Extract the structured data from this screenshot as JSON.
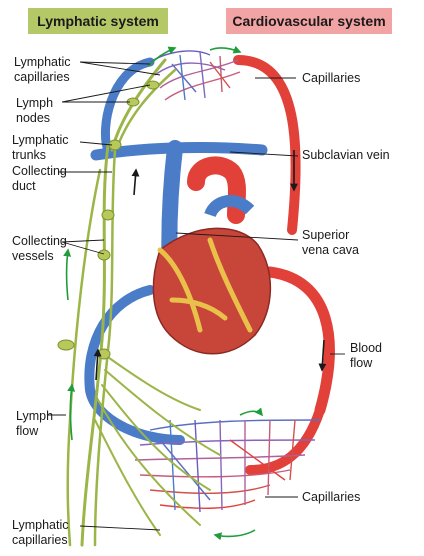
{
  "headers": {
    "lymphatic": "Lymphatic system",
    "cardiovascular": "Cardiovascular system"
  },
  "labels": {
    "lymphatic_capillaries_top": "Lymphatic\ncapillaries",
    "lymph_nodes": "Lymph\nnodes",
    "lymphatic_trunks": "Lymphatic\ntrunks",
    "collecting_duct": "Collecting\nduct",
    "collecting_vessels": "Collecting\nvessels",
    "lymph_flow": "Lymph\nflow",
    "lymphatic_capillaries_bottom": "Lymphatic\ncapillaries",
    "capillaries_top": "Capillaries",
    "subclavian_vein": "Subclavian vein",
    "superior_vena_cava": "Superior\nvena cava",
    "blood_flow": "Blood\nflow",
    "capillaries_bottom": "Capillaries"
  },
  "colors": {
    "lymph_header": "#b5c867",
    "cardio_header": "#f2a3a3",
    "lymph_vessel": "#9bb548",
    "lymph_node": "#b8c85a",
    "vein": "#4a7cc7",
    "artery": "#e2413a",
    "arrow_green": "#1f9d3a",
    "arrow_dark": "#1a1a1a",
    "heart_muscle": "#c8453a",
    "heart_fat": "#e9c14a"
  }
}
